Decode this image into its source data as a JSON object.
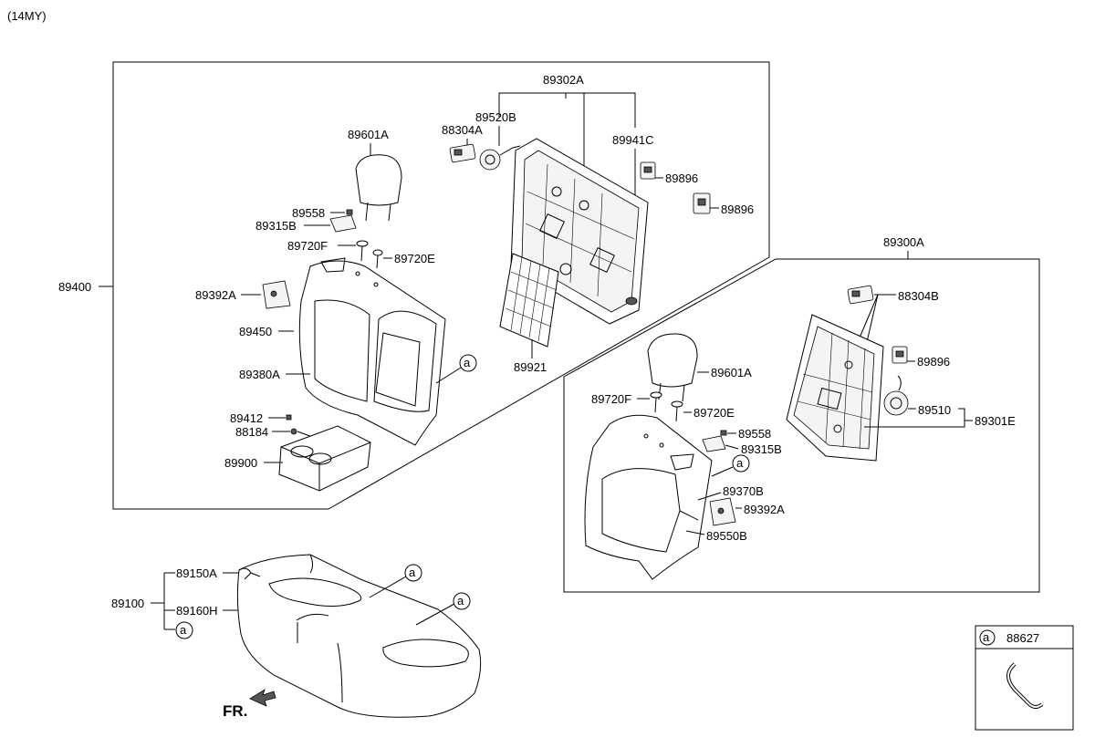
{
  "header": {
    "model_note": "(14MY)"
  },
  "front_indicator": "FR.",
  "legend": {
    "marker": "a",
    "part": "88627"
  },
  "callout_marker": "a",
  "parts": {
    "p89302A": "89302A",
    "p89520B": "89520B",
    "p88304A": "88304A",
    "p89941C": "89941C",
    "p89896_a": "89896",
    "p89896_b": "89896",
    "p89601A_left": "89601A",
    "p89558_left": "89558",
    "p89315B_left": "89315B",
    "p89720F_left": "89720F",
    "p89720E_left": "89720E",
    "p89400": "89400",
    "p89392A_left": "89392A",
    "p89450": "89450",
    "p89380A": "89380A",
    "p89921": "89921",
    "p89412": "89412",
    "p88184": "88184",
    "p89900": "89900",
    "p89300A": "89300A",
    "p88304B": "88304B",
    "p89896_c": "89896",
    "p89510": "89510",
    "p89301E": "89301E",
    "p89601A_right": "89601A",
    "p89720F_right": "89720F",
    "p89720E_right": "89720E",
    "p89558_right": "89558",
    "p89315B_right": "89315B",
    "p89370B": "89370B",
    "p89392A_right": "89392A",
    "p89550B": "89550B",
    "p89100": "89100",
    "p89150A": "89150A",
    "p89160H": "89160H"
  }
}
